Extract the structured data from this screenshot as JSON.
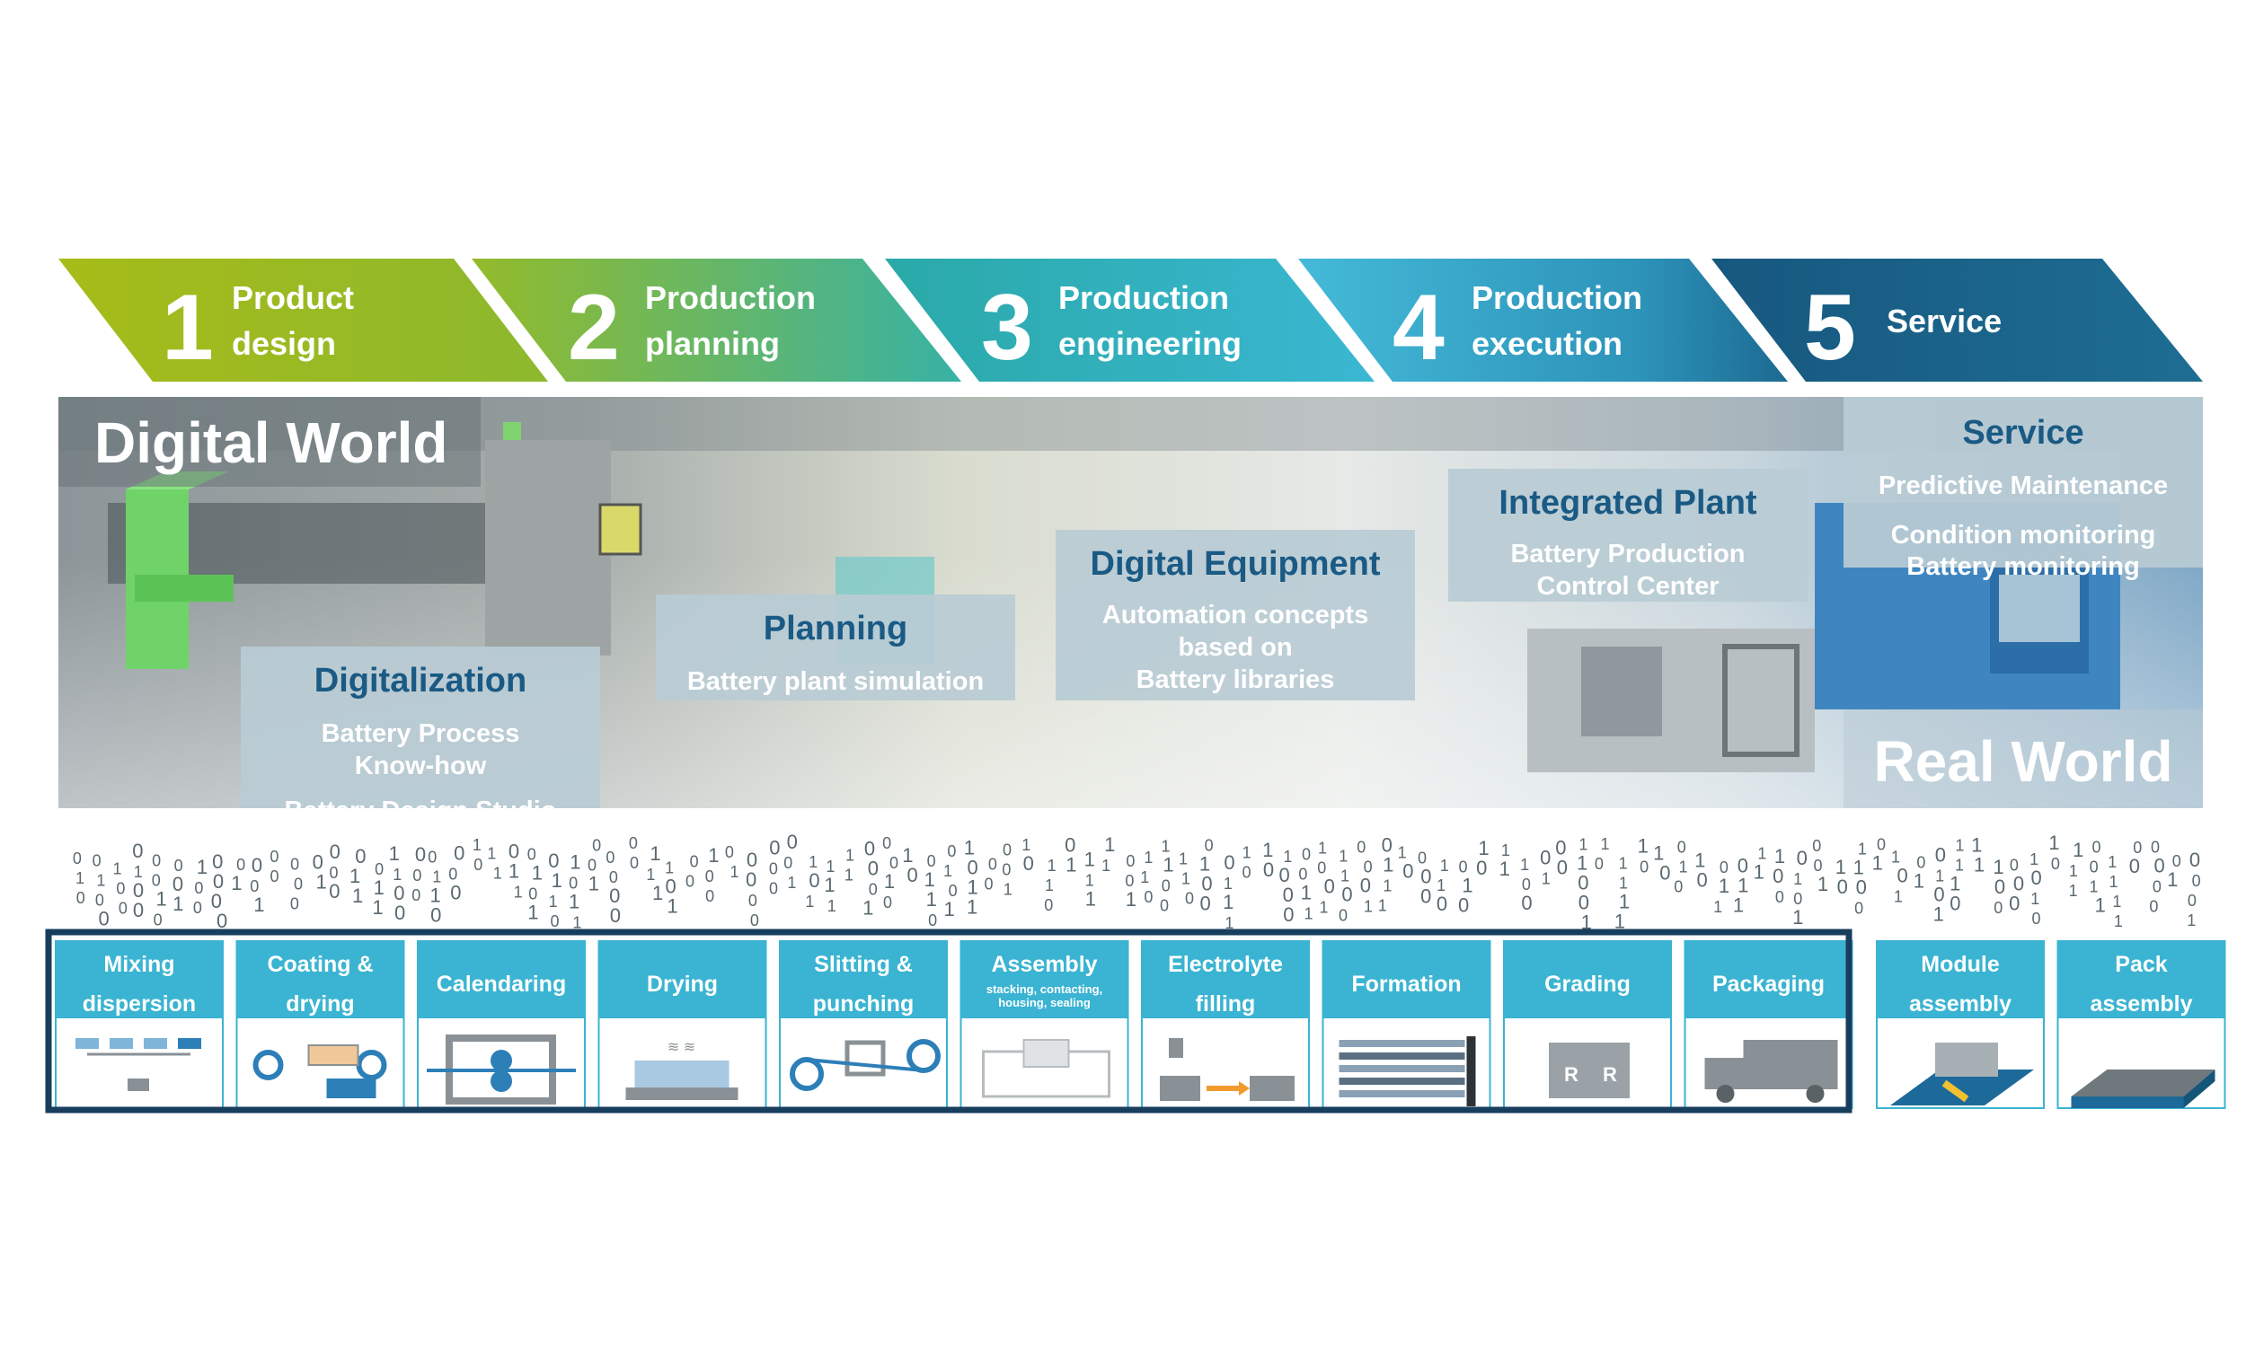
{
  "phases": [
    {
      "num": "1",
      "line1": "Product",
      "line2": "design"
    },
    {
      "num": "2",
      "line1": "Production",
      "line2": "planning"
    },
    {
      "num": "3",
      "line1": "Production",
      "line2": "engineering"
    },
    {
      "num": "4",
      "line1": "Production",
      "line2": "execution"
    },
    {
      "num": "5",
      "line1": "Service",
      "line2": ""
    }
  ],
  "world": {
    "digital_label": "Digital World",
    "real_label": "Real World"
  },
  "boxes": {
    "digitalization": {
      "title": "Digitalization",
      "lines": [
        "Battery Process",
        "Know-how",
        "Battery Design Studio"
      ]
    },
    "planning": {
      "title": "Planning",
      "lines": [
        "Battery plant simulation"
      ]
    },
    "equipment": {
      "title": "Digital Equipment",
      "lines": [
        "Automation concepts",
        "based on",
        "Battery libraries"
      ]
    },
    "plant": {
      "title": "Integrated Plant",
      "lines": [
        "Battery Production",
        "Control Center"
      ]
    },
    "service": {
      "title": "Service",
      "lines": [
        "Predictive Maintenance",
        "Condition monitoring",
        "Battery monitoring"
      ]
    }
  },
  "steps": [
    {
      "l1": "Mixing",
      "l2": "dispersion",
      "sub": "",
      "icon": "mixing-icon"
    },
    {
      "l1": "Coating &",
      "l2": "drying",
      "sub": "",
      "icon": "coating-icon"
    },
    {
      "l1": "Calendaring",
      "l2": "",
      "sub": "",
      "icon": "calendaring-icon"
    },
    {
      "l1": "Drying",
      "l2": "",
      "sub": "",
      "icon": "drying-icon"
    },
    {
      "l1": "Slitting &",
      "l2": "punching",
      "sub": "",
      "icon": "slitting-icon"
    },
    {
      "l1": "Assembly",
      "l2": "",
      "sub": "stacking, contacting, housing, sealing",
      "icon": "assembly-icon"
    },
    {
      "l1": "Electrolyte",
      "l2": "filling",
      "sub": "",
      "icon": "electrolyte-icon"
    },
    {
      "l1": "Formation",
      "l2": "",
      "sub": "",
      "icon": "formation-icon"
    },
    {
      "l1": "Grading",
      "l2": "",
      "sub": "",
      "icon": "grading-icon"
    },
    {
      "l1": "Packaging",
      "l2": "",
      "sub": "",
      "icon": "truck-icon"
    },
    {
      "l1": "Module",
      "l2": "assembly",
      "sub": "",
      "icon": "module-icon"
    },
    {
      "l1": "Pack",
      "l2": "assembly",
      "sub": "",
      "icon": "pack-icon"
    }
  ],
  "colors": {
    "phase1": "#9bb91c",
    "phase2": "#5dbd8e",
    "phase3": "#2fb2ba",
    "phase4": "#3ab3d3",
    "phase5": "#1a5f86",
    "step_header": "#3ab4d2",
    "box_bg": "#b9cbd4",
    "box_title": "#1a5a84",
    "frame": "#173e5c"
  }
}
